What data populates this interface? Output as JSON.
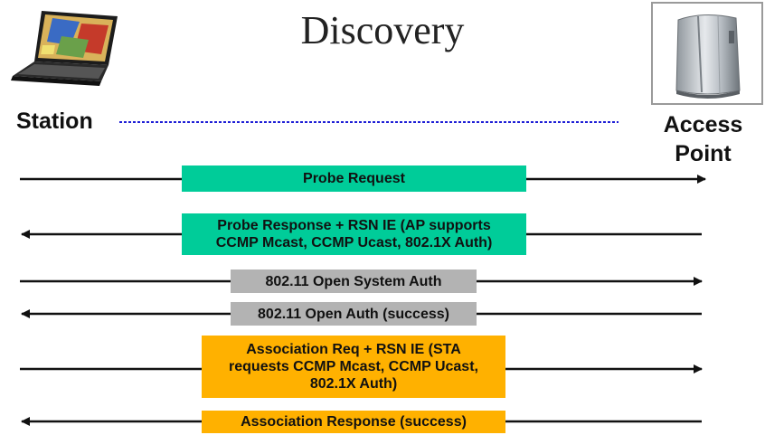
{
  "title": "Discovery",
  "station_label": "Station",
  "access_point_label": "Access\nPoint",
  "messages": [
    {
      "text": "Probe Request",
      "direction": "to-ap",
      "color": "#00cc99"
    },
    {
      "text": "Probe Response + RSN IE (AP supports\nCCMP Mcast, CCMP Ucast, 802.1X Auth)",
      "direction": "to-station",
      "color": "#00cc99"
    },
    {
      "text": "802.11 Open System Auth",
      "direction": "to-ap",
      "color": "#b3b3b3"
    },
    {
      "text": "802.11 Open Auth (success)",
      "direction": "to-station",
      "color": "#b3b3b3"
    },
    {
      "text": "Association Req + RSN IE (STA\nrequests CCMP Mcast, CCMP Ucast,\n802.1X Auth)",
      "direction": "to-ap",
      "color": "#ffb100"
    },
    {
      "text": "Association Response (success)",
      "direction": "to-station",
      "color": "#ffb100"
    }
  ]
}
